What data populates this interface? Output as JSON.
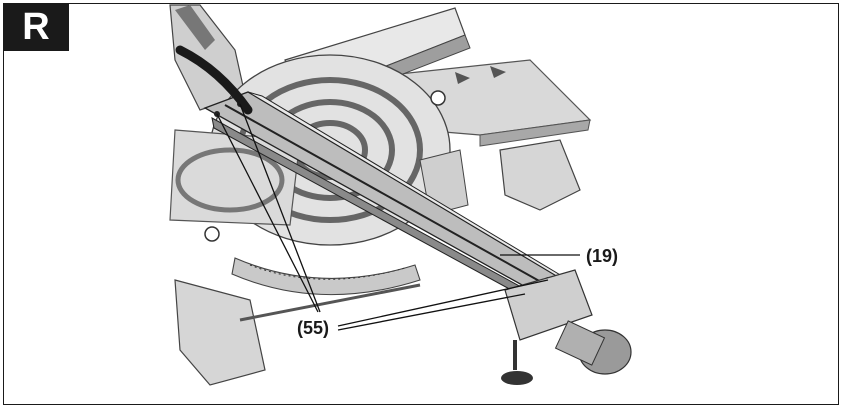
{
  "figure": {
    "label": "R",
    "callouts": [
      {
        "id": "c19",
        "text": "(19)"
      },
      {
        "id": "c55",
        "text": "(55)"
      }
    ]
  },
  "colors": {
    "ink": "#1a1a1a",
    "metal_light": "#e6e6e6",
    "metal_mid": "#bdbdbd",
    "metal_dark": "#6e6e6e"
  }
}
